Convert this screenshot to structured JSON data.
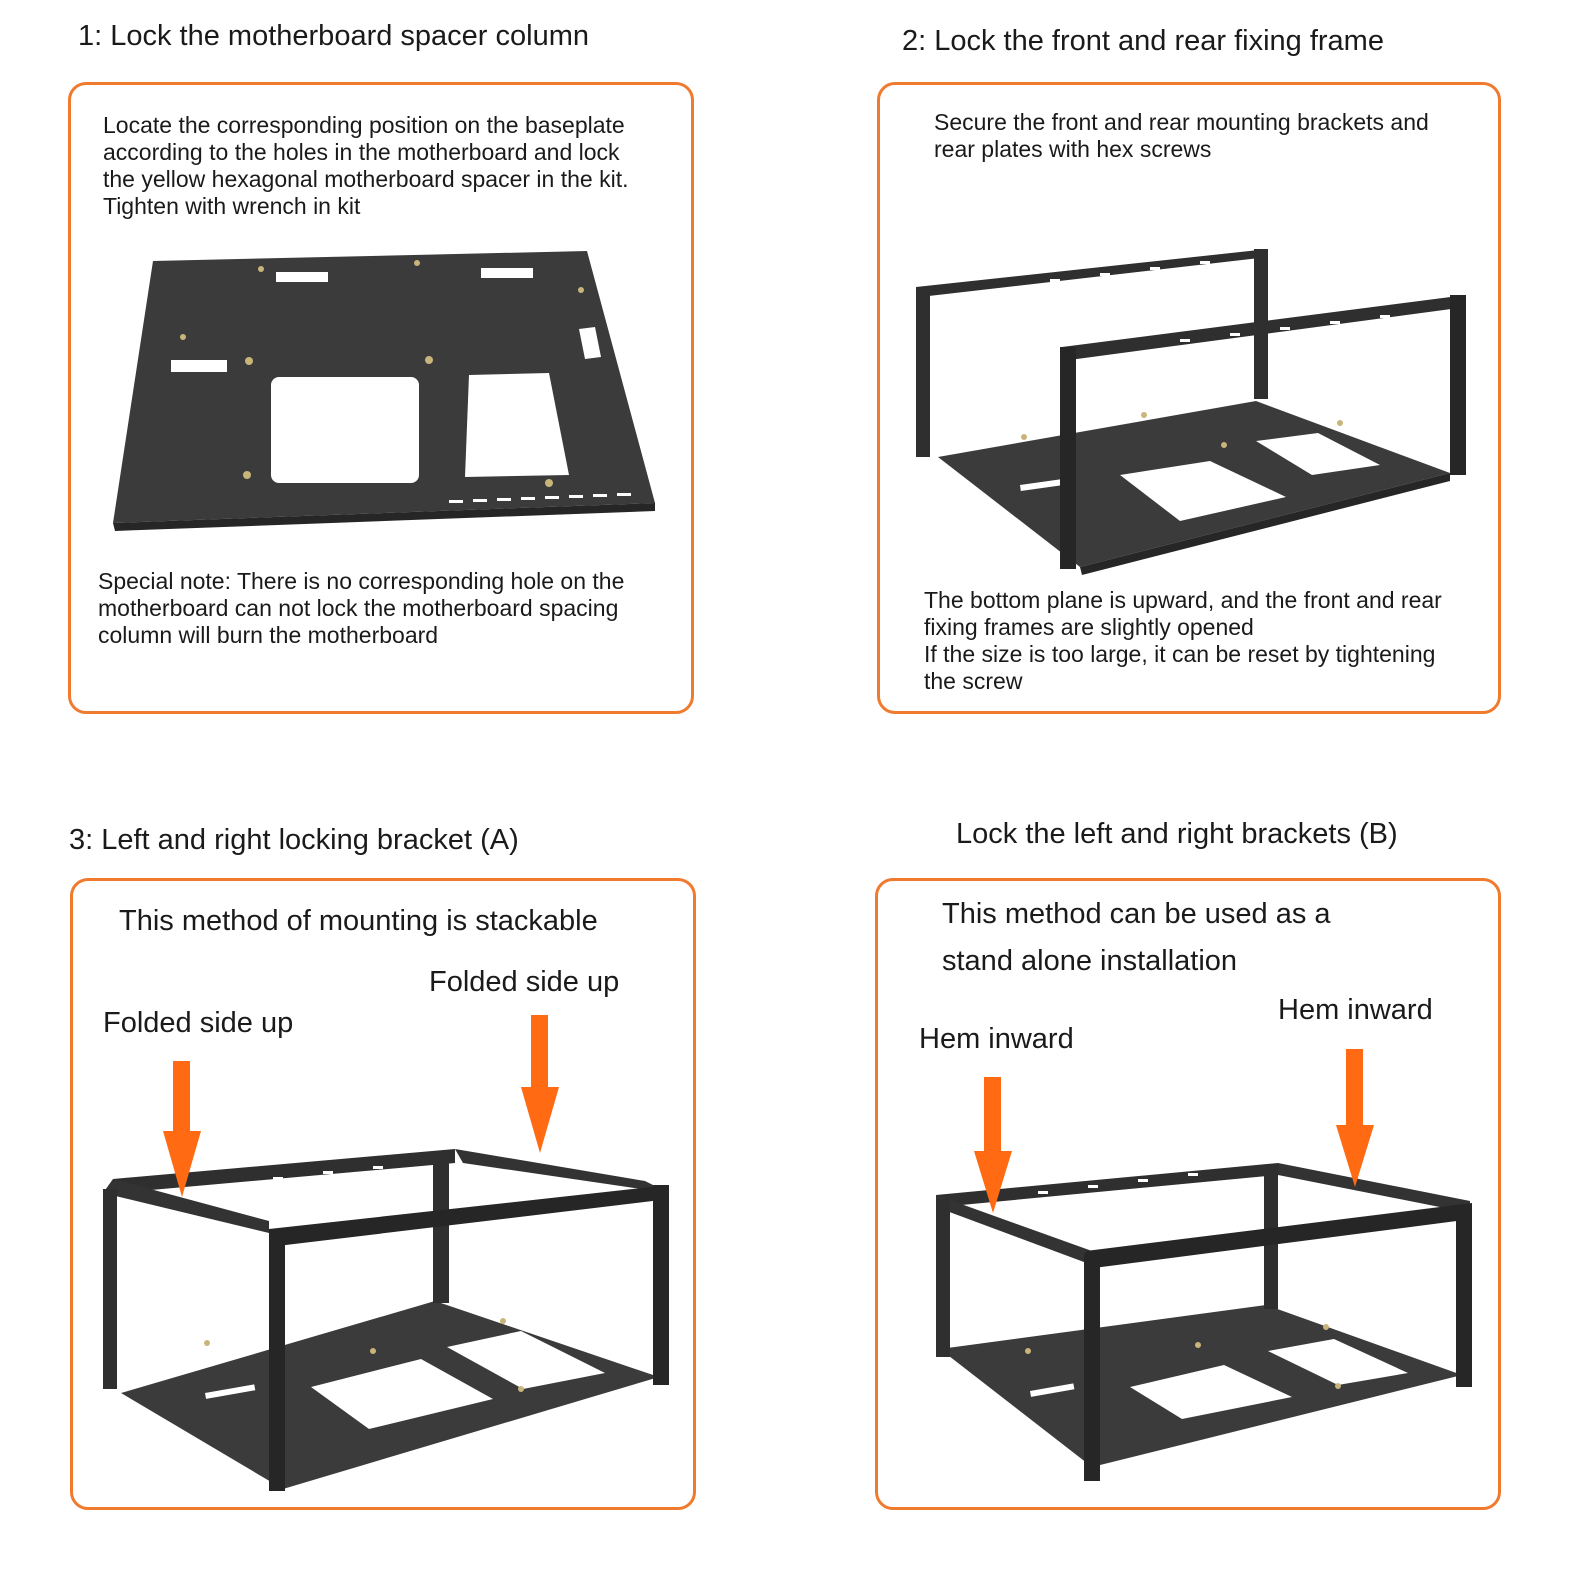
{
  "steps": [
    {
      "title": "1: Lock the motherboard spacer column",
      "description": "Locate the corresponding position on the baseplate\naccording to the holes in the motherboard and lock\n the yellow hexagonal motherboard spacer in the kit.\nTighten with wrench in kit",
      "note": "Special note: There is no corresponding hole on the\nmotherboard can not lock the motherboard spacing\ncolumn will burn the motherboard"
    },
    {
      "title": "2: Lock the front and rear fixing frame",
      "description": "Secure the front and rear mounting brackets and\nrear plates with hex screws",
      "note": "The bottom plane is upward, and the front and rear\nfixing frames are slightly opened\nIf the size is too large, it can be reset by tightening\nthe screw"
    },
    {
      "title": "3: Left and right locking bracket (A)",
      "description": "This method of mounting is stackable",
      "callout_left": "Folded side up",
      "callout_right": "Folded side up"
    },
    {
      "title": "Lock the left and right brackets (B)",
      "description": "This method can be used as a\nstand alone installation",
      "callout_left": "Hem inward",
      "callout_right": "Hem inward"
    }
  ],
  "colors": {
    "accent": "#f07a2e",
    "arrow": "#ff6a13",
    "metal": "#3b3b3b",
    "metal_dark": "#262626"
  },
  "icons": [
    "down-arrow-icon"
  ]
}
